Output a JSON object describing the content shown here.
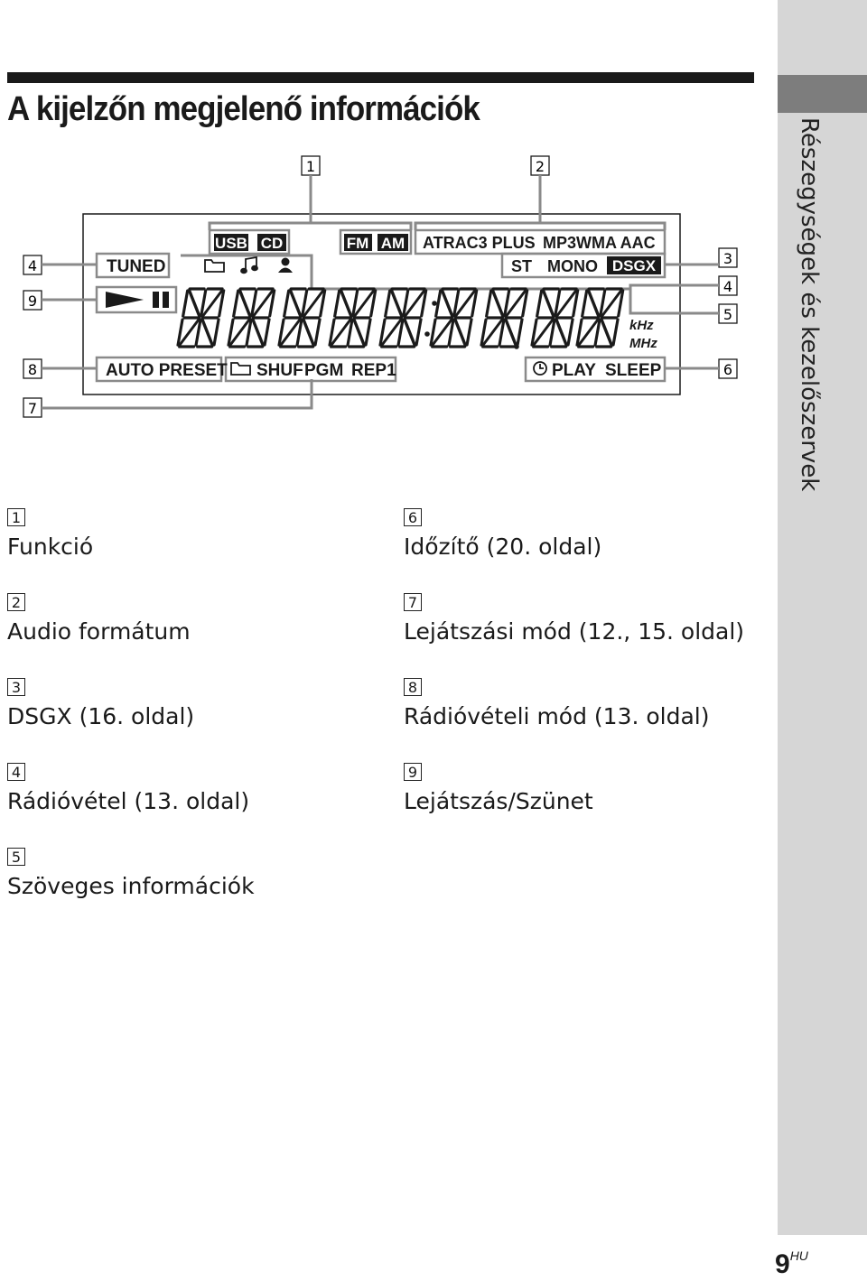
{
  "heading": "A kijelzőn megjelenő információk",
  "side_tab": "Részegységek és kezelőszervek",
  "callouts": {
    "c1": "1",
    "c2": "2",
    "c3": "3",
    "c4": "4",
    "c5": "5",
    "c6": "6",
    "c7": "7",
    "c8": "8",
    "c9": "9"
  },
  "display": {
    "usb": "USB",
    "cd": "CD",
    "fm": "FM",
    "am": "AM",
    "atrac": "ATRAC3 PLUS",
    "mp3wma": "MP3WMA AAC",
    "tuned": "TUNED",
    "st": "ST",
    "mono": "MONO",
    "dsgx": "DSGX",
    "khz": "kHz",
    "mhz": "MHz",
    "auto_preset": "AUTO PRESET",
    "shuf": "SHUF",
    "pgm": "PGM",
    "rep1": "REP1",
    "play": "PLAY",
    "sleep": "SLEEP"
  },
  "legend": [
    {
      "num": "1",
      "text": "Funkció"
    },
    {
      "num": "2",
      "text": "Audio formátum"
    },
    {
      "num": "3",
      "text": "DSGX (16. oldal)"
    },
    {
      "num": "4",
      "text": "Rádióvétel (13. oldal)"
    },
    {
      "num": "5",
      "text": "Szöveges információk"
    },
    {
      "num": "6",
      "text": "Időzítő (20. oldal)"
    },
    {
      "num": "7",
      "text": "Lejátszási mód (12., 15. oldal)"
    },
    {
      "num": "8",
      "text": "Rádióvételi mód (13. oldal)"
    },
    {
      "num": "9",
      "text": "Lejátszás/Szünet"
    }
  ],
  "page_number": "9",
  "page_suffix": "HU"
}
